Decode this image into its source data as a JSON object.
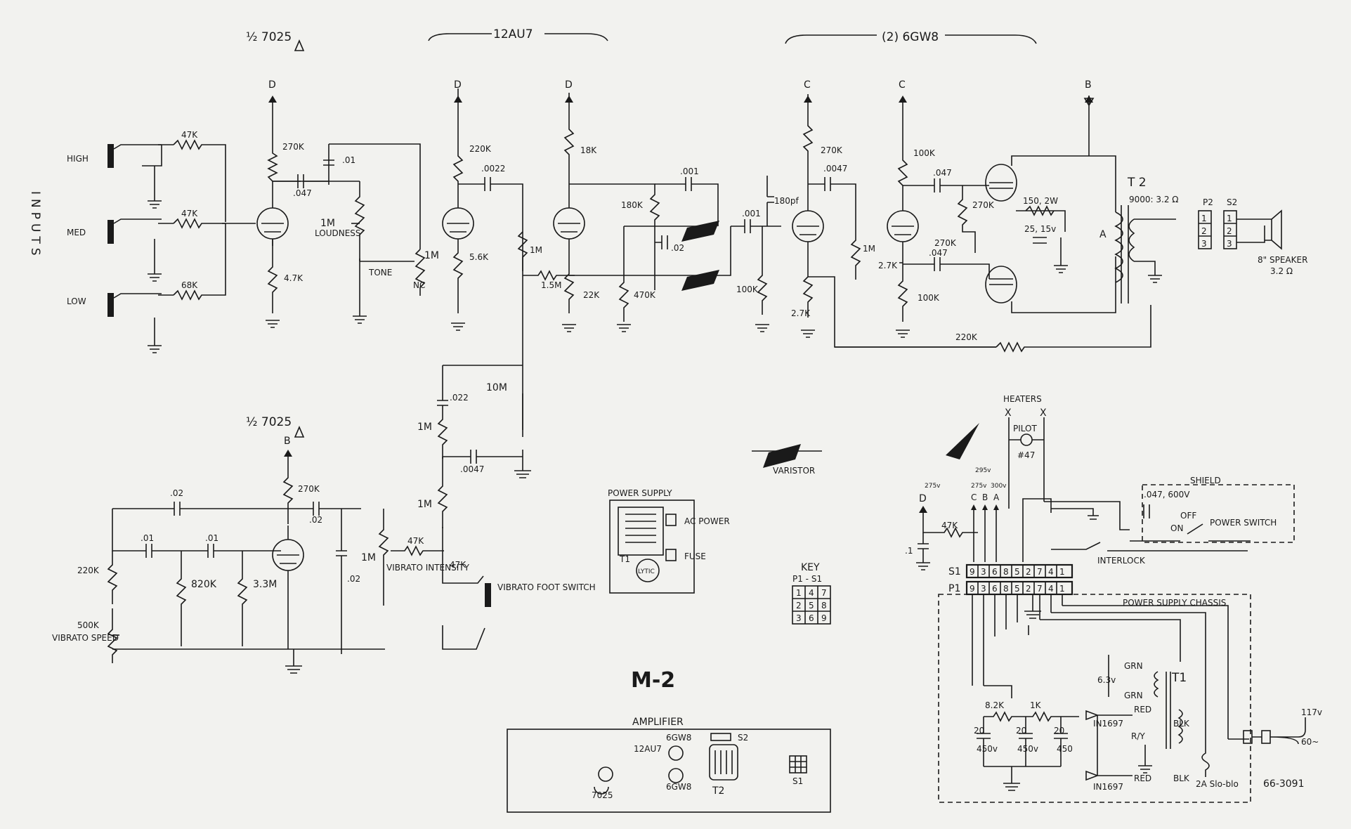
{
  "tubes": {
    "v1_top": "½ 7025",
    "v1_bottom": "½ 7025",
    "v2": "12AU7",
    "v3": "(2) 6GW8"
  },
  "inputs": {
    "label": "INPUTS",
    "high": "HIGH",
    "med": "MED",
    "low": "LOW"
  },
  "supply_nodes": {
    "d": "D",
    "c": "C",
    "b": "B",
    "a": "A"
  },
  "components": {
    "r47k_high": "47K",
    "r47k_med": "47K",
    "r68k": "68K",
    "r270k_v1": "270K",
    "c01_v1": ".01",
    "c047_v1": ".047",
    "pot_loudness_val": "1M",
    "pot_loudness": "LOUDNESS",
    "pot_tone_val": "1M",
    "tone": "TONE",
    "nc": "NC",
    "r47k_cath": "4.7K",
    "r220k": "220K",
    "c0022": ".0022",
    "r56k": "5.6K",
    "r1m_grid": "1M",
    "r15m": "1.5M",
    "r18k": "18K",
    "r22k": "22K",
    "c001": ".001",
    "r180k": "180K",
    "c02_mid": ".02",
    "r470k": "470K",
    "c001b": ".001",
    "c180pf": "180pf",
    "r100k_grid": "100K",
    "r270k_pi": "270K",
    "c0047_pi": ".0047",
    "r27k_pi": "2.7K",
    "r1m_pi": "1M",
    "r100k_pi": "100K",
    "c047_a": ".047",
    "r27k_b": "2.7K",
    "c047_b": ".047",
    "r100k_b": "100K",
    "r270k_c": "270K",
    "r270k_d": "270K",
    "r150": "150, 2W",
    "c25": "25, 15v",
    "r220k_fb": "220K",
    "t2": "T 2",
    "t2_ratio": "9000: 3.2 Ω",
    "p2": "P2",
    "s2": "S2",
    "speaker": "8\" SPEAKER",
    "speaker_imp": "3.2 Ω",
    "r10m": "10M",
    "c022": ".022",
    "r1m_v1": "1M",
    "c0047_v": ".0047",
    "r1m_v2": "1M",
    "r270k_osc": "270K",
    "c02_osc_a": ".02",
    "c02_osc_b": ".02",
    "c02_osc_top": ".02",
    "c01_osc_a": ".01",
    "c01_osc_b": ".01",
    "r220k_osc": "220K",
    "r820k": "820K",
    "r33m": "3.3M",
    "pot_1m_int": "1M",
    "r47k_int": "47K",
    "r47k_int2": "47K",
    "vib_intensity": "VIBRATO INTENSITY",
    "vib_speed_val": "500K",
    "vib_speed": "VIBRATO SPEED",
    "vib_foot": "VIBRATO FOOT SWITCH"
  },
  "varistor": "VARISTOR",
  "power_supply_block": {
    "title": "POWER SUPPLY",
    "ac_power": "AC POWER",
    "fuse": "FUSE",
    "t1": "T1",
    "lytic": "LYTIC"
  },
  "key": {
    "title": "KEY",
    "subtitle": "P1 - S1",
    "grid": [
      "1",
      "4",
      "7",
      "2",
      "5",
      "8",
      "3",
      "6",
      "9"
    ]
  },
  "model": "M-2",
  "amplifier_layout": {
    "title": "AMPLIFIER",
    "tube_7025": "7025",
    "tube_12au7": "12AU7",
    "tube_6gw8_a": "6GW8",
    "tube_6gw8_b": "6GW8",
    "t2": "T2",
    "s2": "S2",
    "s1": "S1"
  },
  "heaters": {
    "label": "HEATERS",
    "pilot": "PILOT",
    "pilot_num": "#47"
  },
  "supply_voltages": {
    "d_v": "275v",
    "c_v": "275v",
    "b_v": "295v",
    "a_v": "300v"
  },
  "ps_parts": {
    "r47k": "47K",
    "c1": ".1",
    "shield": "SHIELD",
    "shield_cap": ".047, 600V",
    "off": "OFF",
    "on": "ON",
    "power_switch": "POWER SWITCH",
    "interlock": "INTERLOCK",
    "s1": "S1",
    "p1": "P1",
    "pins": [
      "9",
      "3",
      "6",
      "8",
      "5",
      "2",
      "7",
      "4",
      "1"
    ],
    "chassis": "POWER SUPPLY CHASSIS",
    "grn1": "GRN",
    "grn2": "GRN",
    "v63": "6.3v",
    "t1": "T1",
    "red1": "RED",
    "red2": "RED",
    "ry": "R/Y",
    "blk1": "BLK",
    "blk2": "BLK",
    "r82k": "8.2K",
    "r1k": "1K",
    "c20a": "20",
    "c20a_v": "450v",
    "c20b": "20",
    "c20b_v": "450v",
    "c20c": "20",
    "c20c_v": "450",
    "d1": "IN1697",
    "d2": "IN1697",
    "fuse": "2A Slo-blo",
    "mains": "117v",
    "mains_hz": "60~",
    "drawing_no": "66-3091"
  }
}
